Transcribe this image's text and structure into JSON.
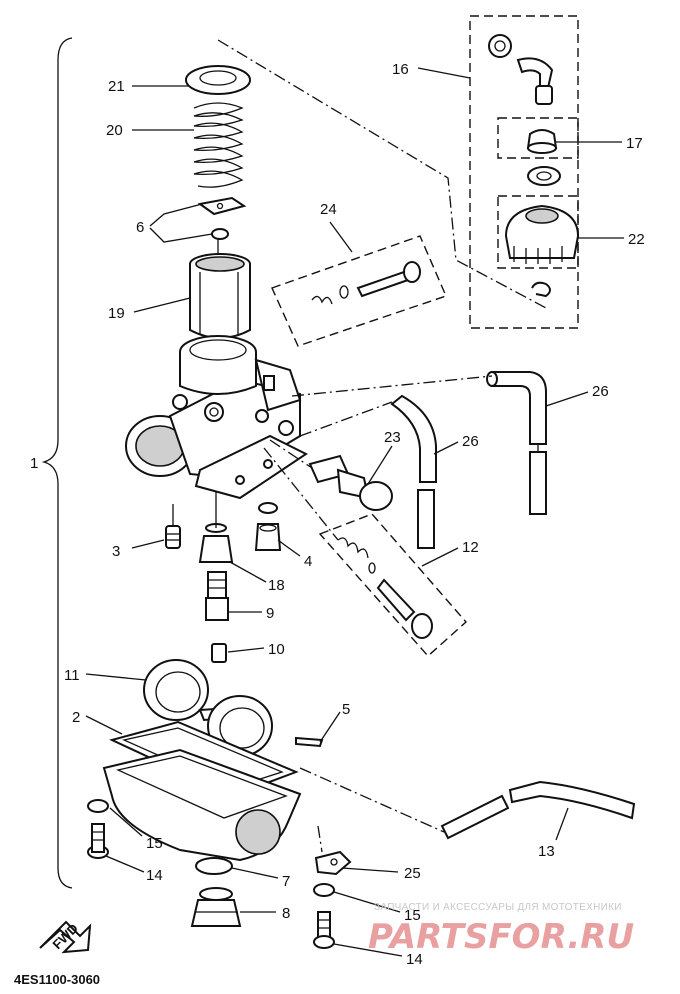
{
  "diagram": {
    "part_code": "4ES1100-3060",
    "fwd_label": "FWD",
    "labels": {
      "p1": "1",
      "p2": "2",
      "p3": "3",
      "p4": "4",
      "p5": "5",
      "p6": "6",
      "p7": "7",
      "p8": "8",
      "p9": "9",
      "p10": "10",
      "p11": "11",
      "p12": "12",
      "p13": "13",
      "p14a": "14",
      "p14b": "14",
      "p15a": "15",
      "p15b": "15",
      "p16": "16",
      "p17": "17",
      "p18": "18",
      "p19": "19",
      "p20": "20",
      "p21": "21",
      "p22": "22",
      "p23": "23",
      "p24": "24",
      "p25": "25",
      "p26a": "26",
      "p26b": "26"
    }
  },
  "watermark": {
    "caption": "ЗАПЧАСТИ И АКСЕССУАРЫ ДЛЯ МОТОТЕХНИКИ",
    "logo": "PARTSFOR.RU"
  }
}
